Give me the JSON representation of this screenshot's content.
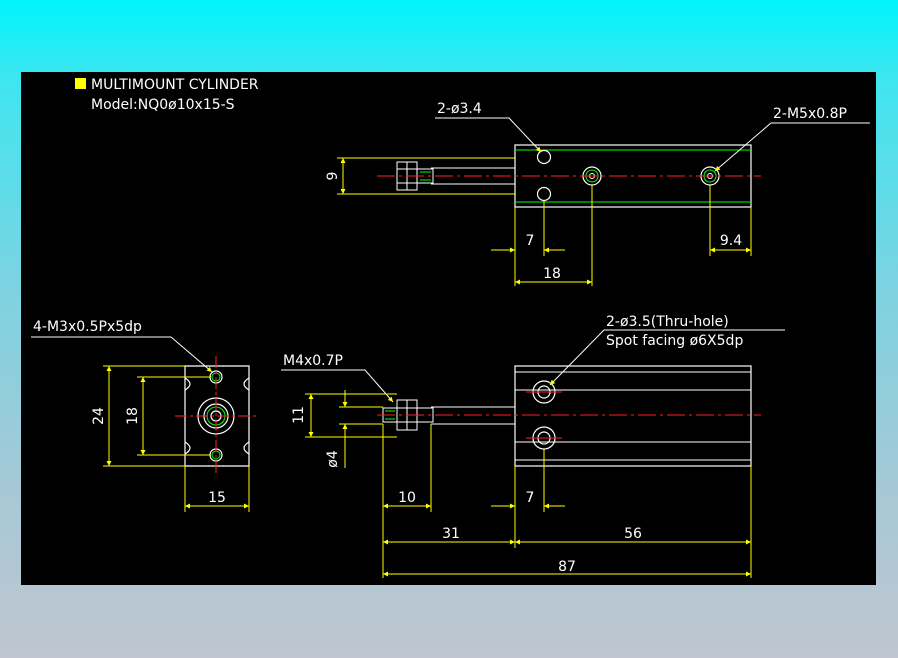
{
  "header": {
    "title": "MULTIMOUNT CYLINDER",
    "model": "Model:NQ0ø10x15-S",
    "title_marker_color": "#ffff00"
  },
  "colors": {
    "background": "#000000",
    "outline": "#ffffff",
    "dimension": "#ffff00",
    "centerline": "#ff2020",
    "bore": "#00ff00"
  },
  "top_view": {
    "callout_hole": "2-ø3.4",
    "callout_thread": "2-M5x0.8P",
    "dim_height": "9",
    "dim_a": "7",
    "dim_b": "18",
    "dim_c": "9.4"
  },
  "end_view": {
    "callout_thread": "4-M3x0.5Px5dp",
    "dim_outer": "24",
    "dim_inner": "18",
    "dim_width": "15"
  },
  "side_view": {
    "callout_rod": "M4x0.7P",
    "callout_hole_1": "2-ø3.5(Thru-hole)",
    "callout_hole_2": "Spot facing ø6X5dp",
    "dim_rod_height": "11",
    "dim_rod_dia": "ø4",
    "dim_rod_len": "10",
    "dim_hole": "7",
    "dim_31": "31",
    "dim_56": "56",
    "dim_87": "87"
  }
}
